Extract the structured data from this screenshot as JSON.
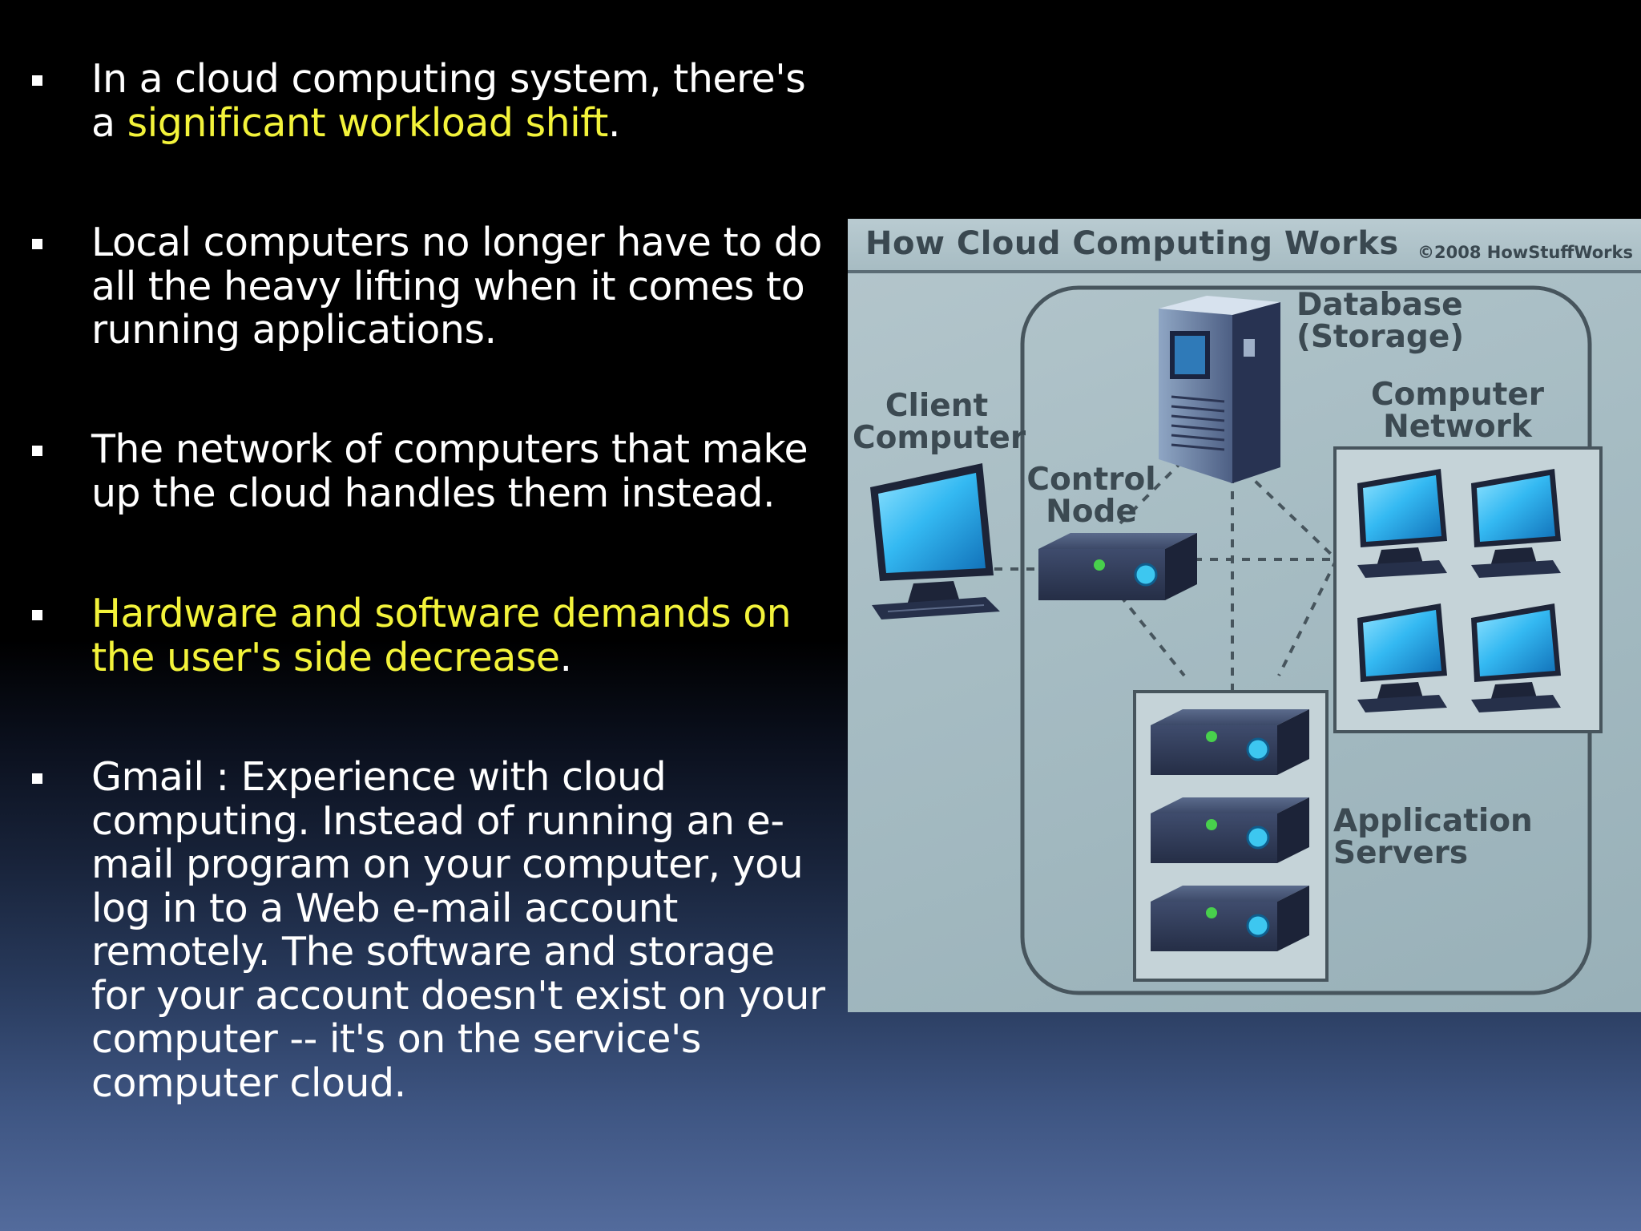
{
  "bullets": [
    {
      "parts": [
        {
          "text": "In a cloud computing system, there's a ",
          "highlight": false
        },
        {
          "text": "significant workload shift",
          "highlight": true
        },
        {
          "text": ".",
          "highlight": false
        }
      ]
    },
    {
      "parts": [
        {
          "text": "Local computers no longer have to do all the heavy lifting when it comes to running applications.",
          "highlight": false
        }
      ]
    },
    {
      "parts": [
        {
          "text": "The network of computers that make up the cloud handles them instead.",
          "highlight": false
        }
      ]
    },
    {
      "parts": [
        {
          "text": "Hardware and software demands on the user's side decrease",
          "highlight": true
        },
        {
          "text": ".",
          "highlight": false
        }
      ]
    },
    {
      "parts": [
        {
          "text": "Gmail : Experience with cloud computing. Instead of running an e-mail program on your computer, you log in to a Web e-mail account remotely. The software and storage for your account doesn't exist on your computer -- it's on the service's computer cloud.",
          "highlight": false
        }
      ]
    }
  ],
  "diagram": {
    "title": "How Cloud Computing Works",
    "copyright": "©2008 HowStuffWorks",
    "labels": {
      "database": "Database\n(Storage)",
      "client": "Client\nComputer",
      "network": "Computer\nNetwork",
      "control": "Control\nNode",
      "servers": "Application\nServers"
    }
  },
  "colors": {
    "highlight": "#f3f33a",
    "text": "#ffffff",
    "diagram_bg": "#a6bcc3",
    "diagram_text": "#3c4a52",
    "screen_blue": "#2fb6f0"
  }
}
